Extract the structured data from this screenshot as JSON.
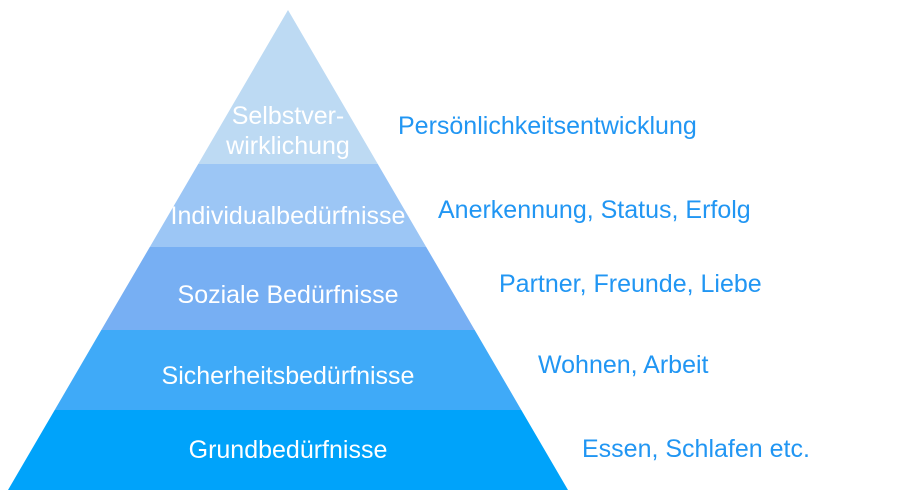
{
  "diagram": {
    "type": "pyramid",
    "subject": "Beduerfnispyramide (Maslow hierarchy of needs)",
    "background_color": "#FFFFFF",
    "accent_text_color": "#2196F3",
    "band_text_color": "#FFFFFF",
    "levels": [
      {
        "label": "Selbstver-",
        "label2": "wirklichung",
        "side_label": "Persönlichkeitsentwicklung",
        "color": "#BDDAF3"
      },
      {
        "label": "Individualbedürfnisse",
        "side_label": "Anerkennung, Status, Erfolg",
        "color": "#9CC6F5"
      },
      {
        "label": "Soziale Bedürfnisse",
        "side_label": "Partner, Freunde, Liebe",
        "color": "#77AFF3"
      },
      {
        "label": "Sicherheitsbedürfnisse",
        "side_label": "Wohnen, Arbeit",
        "color": "#3FAAF8"
      },
      {
        "label": "Grundbedürfnisse",
        "side_label": "Essen, Schlafen etc.",
        "color": "#00A3FA"
      }
    ]
  }
}
